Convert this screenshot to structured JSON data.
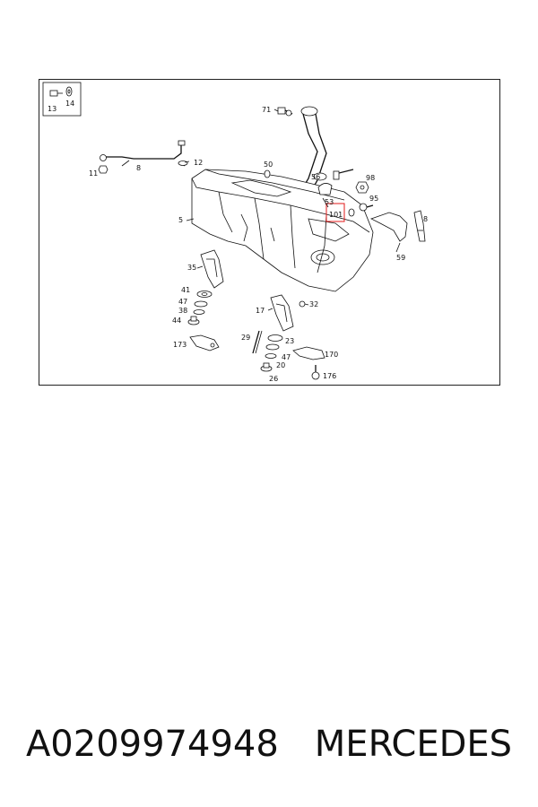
{
  "callouts": {
    "c13": "13",
    "c14": "14",
    "c71": "71",
    "c11": "11",
    "c8a": "8",
    "c12": "12",
    "c50": "50",
    "c56": "56",
    "c98": "98",
    "c53": "53",
    "c101": "101",
    "c95": "95",
    "c8b": "8",
    "c5": "5",
    "c59": "59",
    "c35": "35",
    "c41": "41",
    "c47a": "47",
    "c38": "38",
    "c44": "44",
    "c32": "32",
    "c17": "17",
    "c29": "29",
    "c23": "23",
    "c173": "173",
    "c170": "170",
    "c47b": "47",
    "c20": "20",
    "c26": "26",
    "c176": "176"
  },
  "highlight_color": "#e01818",
  "caption": {
    "part_number": "A0209974948",
    "brand": "MERCEDES"
  }
}
